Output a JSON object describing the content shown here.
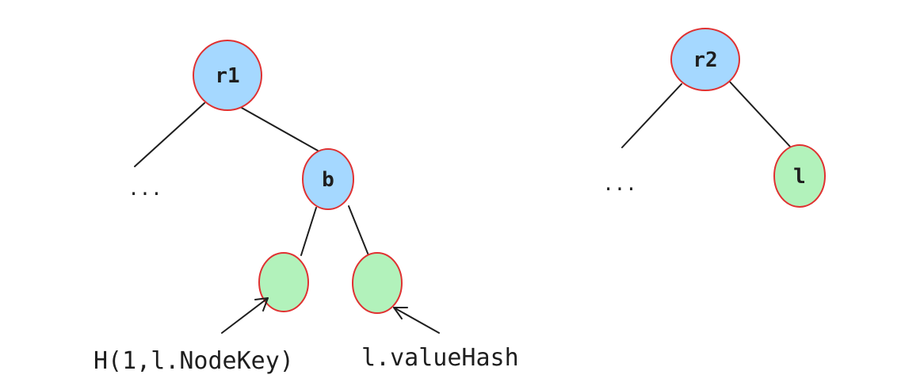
{
  "tree_left": {
    "root": {
      "label": "r1",
      "color": "#a5d8ff",
      "border": "#e03131"
    },
    "branch": {
      "label": "b",
      "color": "#a5d8ff",
      "border": "#e03131"
    },
    "collapsed_child": "...",
    "leaf_left": {
      "label": "",
      "color": "#b2f2bb",
      "border": "#e03131"
    },
    "leaf_right": {
      "label": "",
      "color": "#b2f2bb",
      "border": "#e03131"
    },
    "annotations": {
      "leaf_left_caption": "H(1,l.NodeKey)",
      "leaf_right_caption": "l.valueHash"
    }
  },
  "tree_right": {
    "root": {
      "label": "r2",
      "color": "#a5d8ff",
      "border": "#e03131"
    },
    "collapsed_child": "...",
    "leaf": {
      "label": "l",
      "color": "#b2f2bb",
      "border": "#e03131"
    }
  }
}
